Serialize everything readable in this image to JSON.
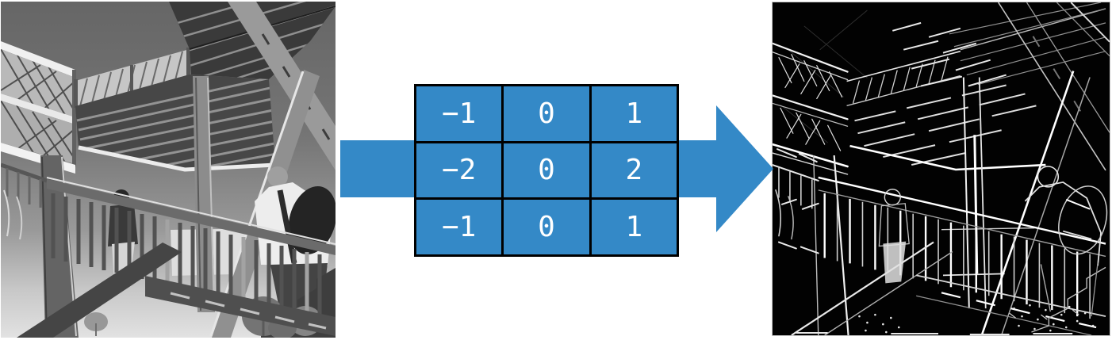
{
  "kernel": {
    "rows": [
      [
        "−1",
        "0",
        "1"
      ],
      [
        "−2",
        "0",
        "2"
      ],
      [
        "−1",
        "0",
        "1"
      ]
    ]
  },
  "arrow": {
    "direction": "right"
  },
  "input_image": {
    "alt": "Grayscale photograph of a stair tower with railings and people, seen from below"
  },
  "output_image": {
    "alt": "Edge-detected version of the same photo: white edges on black"
  },
  "colors": {
    "accent_blue": "#3489C7",
    "kernel_border": "#000000",
    "kernel_text": "#FFFFFF",
    "output_bg": "#020202",
    "page_bg": "#FFFFFF"
  }
}
